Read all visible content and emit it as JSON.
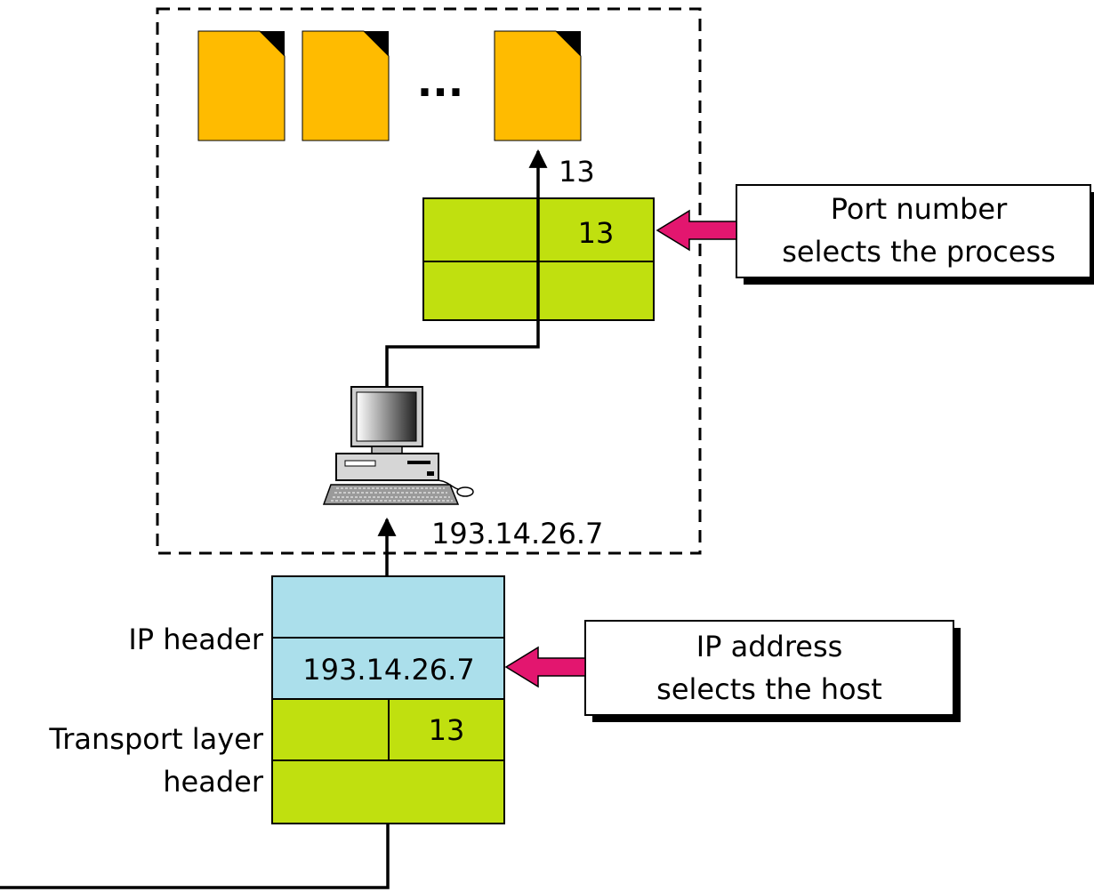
{
  "colors": {
    "process_file": "#FFBB00",
    "transport_header": "#C0E00F",
    "ip_header": "#ABDFEB",
    "pointer_arrow": "#E3166F",
    "line": "#000000"
  },
  "host_box": {
    "ellipsis": "...",
    "port_arrow_label": "13",
    "transport_port_value": "13",
    "host_ip_label": "193.14.26.7"
  },
  "packet": {
    "ip_header_label": "IP header",
    "ip_address_value": "193.14.26.7",
    "transport_port_value": "13",
    "transport_header_label_line1": "Transport layer",
    "transport_header_label_line2": "header"
  },
  "callouts": {
    "port": {
      "line1": "Port number",
      "line2": "selects the process"
    },
    "ip": {
      "line1": "IP address",
      "line2": "selects the host"
    }
  }
}
